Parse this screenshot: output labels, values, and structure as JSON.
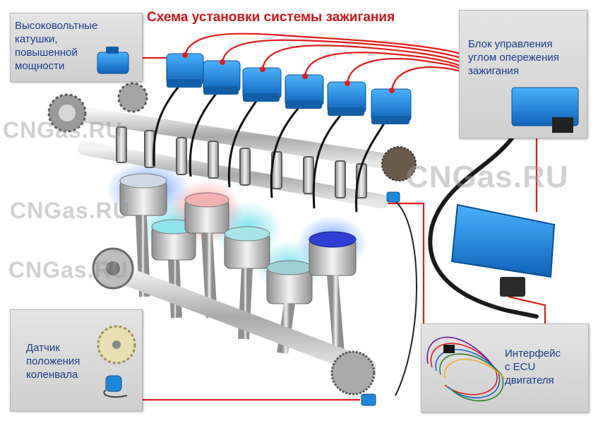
{
  "title": "Схема установки системы зажигания",
  "labels": {
    "coils": [
      "Высоковольтные",
      "катушки,",
      "повышенной",
      "мощности"
    ],
    "ecu_block": [
      "Блок управления",
      "углом опережения",
      "зажигания"
    ],
    "crank_sensor": [
      "Датчик",
      "положения",
      "коленвала"
    ],
    "interface": [
      "Интерфейс",
      "с ECU",
      "двигателя"
    ]
  },
  "watermark": "CNGas.RU",
  "watermark_partial": "CNGas.RU",
  "colors": {
    "title": "#d0141b",
    "label_text": "#1b3d8a",
    "wire_red": "#e21b1b",
    "coil_blue": "#1e88d8",
    "box_gray": "#d6d6d6"
  }
}
